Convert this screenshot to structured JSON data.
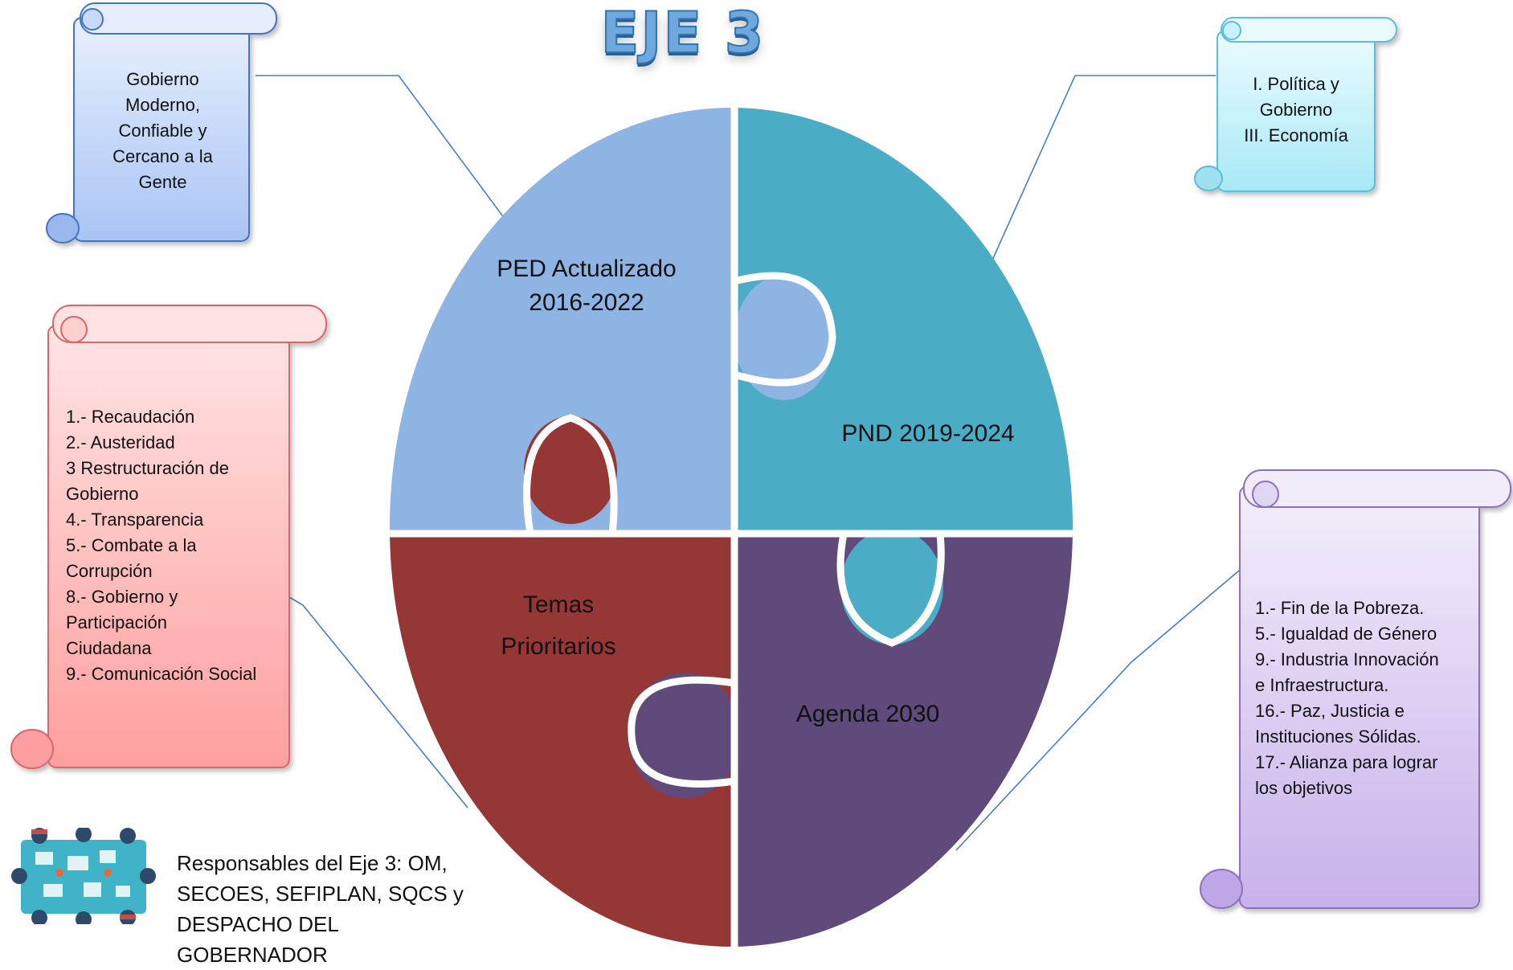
{
  "title": "EJE 3",
  "puzzle": {
    "top_left": {
      "line1": "PED Actualizado",
      "line2": "2016-2022",
      "color": "#8eb4e3"
    },
    "top_right": {
      "line1": "PND 2019-2024",
      "color": "#4bacc6"
    },
    "bottom_left": {
      "line1": "Temas",
      "line2": "Prioritarios",
      "color": "#953735"
    },
    "bottom_right": {
      "line1": "Agenda 2030",
      "color": "#604a7b"
    }
  },
  "scrolls": {
    "blue": {
      "lines": [
        "Gobierno",
        "Moderno,",
        "Confiable y",
        "Cercano a la",
        "Gente"
      ],
      "color": "#a9c4f5"
    },
    "cyan": {
      "lines": [
        "I. Política y",
        "Gobierno",
        "III. Economía"
      ],
      "color": "#aeeaf7"
    },
    "red": {
      "lines": [
        "1.- Recaudación",
        "2.- Austeridad",
        "3 Restructuración de",
        "Gobierno",
        "4.- Transparencia",
        "5.- Combate a la",
        "Corrupción",
        "8.- Gobierno y",
        "Participación",
        "Ciudadana",
        "9.- Comunicación Social"
      ],
      "color": "#ffb3b3"
    },
    "purple": {
      "lines": [
        "1.- Fin de la Pobreza.",
        "5.- Igualdad de Género",
        "9.- Industria Innovación",
        "e Infraestructura.",
        "16.- Paz, Justicia e",
        "Instituciones Sólidas.",
        "17.- Alianza para lograr",
        "los objetivos"
      ],
      "color": "#dccdf0"
    }
  },
  "responsables": {
    "lines": [
      "Responsables del Eje 3: OM,",
      "SECOES, SEFIPLAN, SQCS y",
      "DESPACHO DEL",
      "GOBERNADOR"
    ]
  }
}
